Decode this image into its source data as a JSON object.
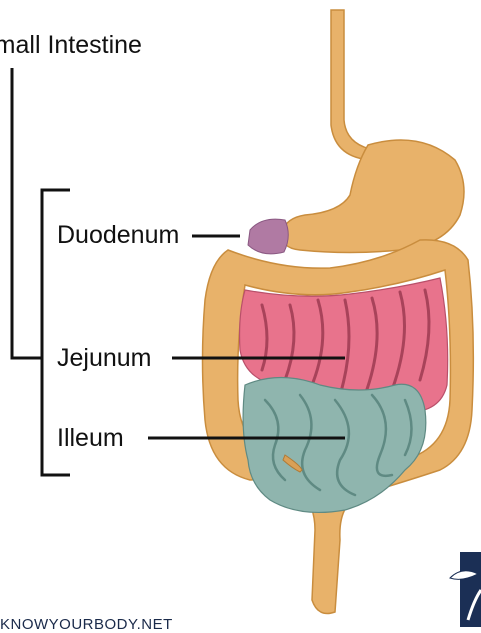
{
  "labels": {
    "title": "Small Intestine",
    "duodenum": "Duodenum",
    "jejunum": "Jejunum",
    "illeum": "Illeum"
  },
  "watermark": "KNOWYOURBODY.NET",
  "colors": {
    "digestive_tract": "#e8b26a",
    "tract_outline": "#c98d3e",
    "jejunum": "#e8738c",
    "jejunum_shadow": "#a8435a",
    "ileum": "#8fb5ae",
    "ileum_outline": "#5f8a83",
    "gallbladder": "#b07aa3",
    "lines": "#111111",
    "logo": "#1b2f55"
  }
}
